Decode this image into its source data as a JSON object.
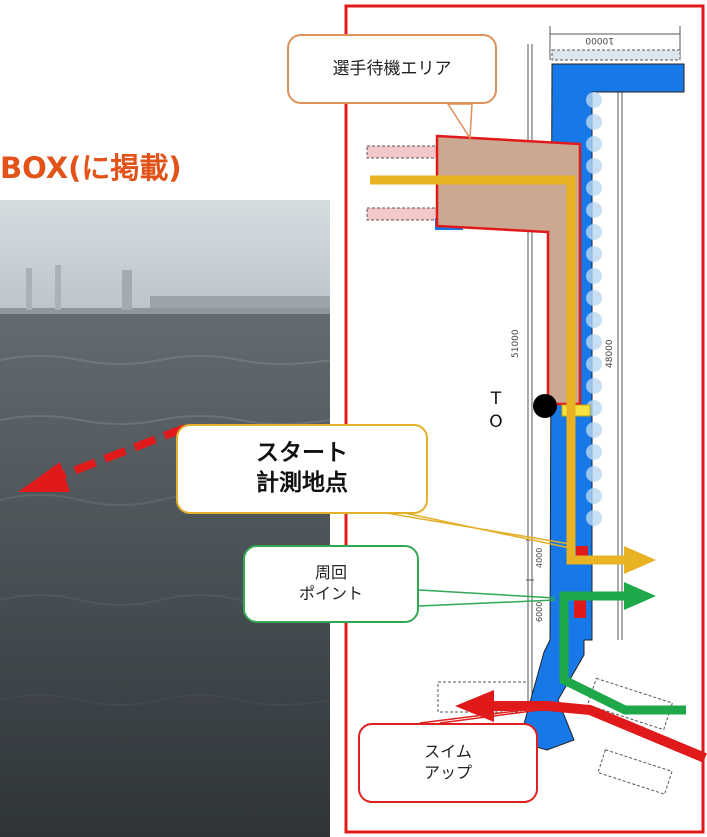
{
  "heading_partial": "BOX(に掲載)",
  "callouts": {
    "waiting_area": "選手待機エリア",
    "start_line1": "スタート",
    "start_line2": "計測地点",
    "lap_line1": "周回",
    "lap_line2": "ポイント",
    "swim_line1": "スイム",
    "swim_line2": "アップ"
  },
  "to_label": [
    "T",
    "O"
  ],
  "dimensions": {
    "top": "10000",
    "left_long": "51000",
    "right_long": "48000",
    "seg_a": "4000",
    "seg_b": "6000"
  },
  "colors": {
    "frame_red": "#e01a1a",
    "pontoon_blue": "#1778e8",
    "waiting_area_fill": "#cba891",
    "start_route_yellow": "#e8b222",
    "lap_route_green": "#1fa84a",
    "swimup_route_red": "#e01a1a",
    "photo_water": "#4e565c"
  }
}
